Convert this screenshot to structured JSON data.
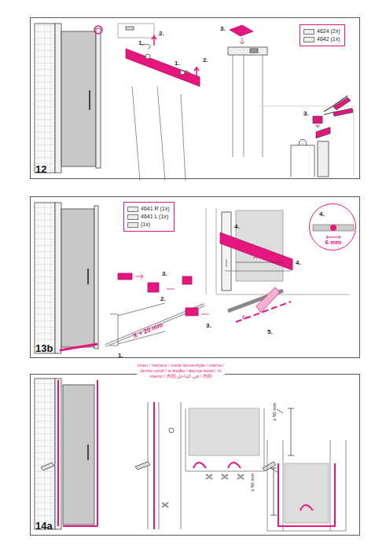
{
  "diagram": {
    "nodes": [
      {
        "text": [
          "12"
        ]
      },
      {
        "text": [
          "4624 (2x)",
          "4642 (1x)"
        ],
        "in": 0
      },
      {
        "text": [
          "13b"
        ]
      },
      {
        "text": [
          "4641 R (1x)",
          "4641 L (1x)",
          "(1x)"
        ],
        "in": 2
      },
      {
        "text": [
          "4.",
          "6 mm"
        ],
        "in": 2
      },
      {
        "text": [
          "14a"
        ]
      }
    ],
    "labels": [
      "1.",
      "2.",
      "1.",
      "2.",
      "3.",
      "3.",
      "4.",
      "X",
      "4.",
      "3.",
      "2.",
      "3.",
      "1.",
      "X + 20 mm",
      "5.",
      "innen / intérieur / inside binnenzijde / interno / dentro uvnitř / w środku / внутри belső / în interior / 內部 في الداخل / 内部",
      "≥ 50 mm",
      "≥ 50 mm"
    ]
  }
}
